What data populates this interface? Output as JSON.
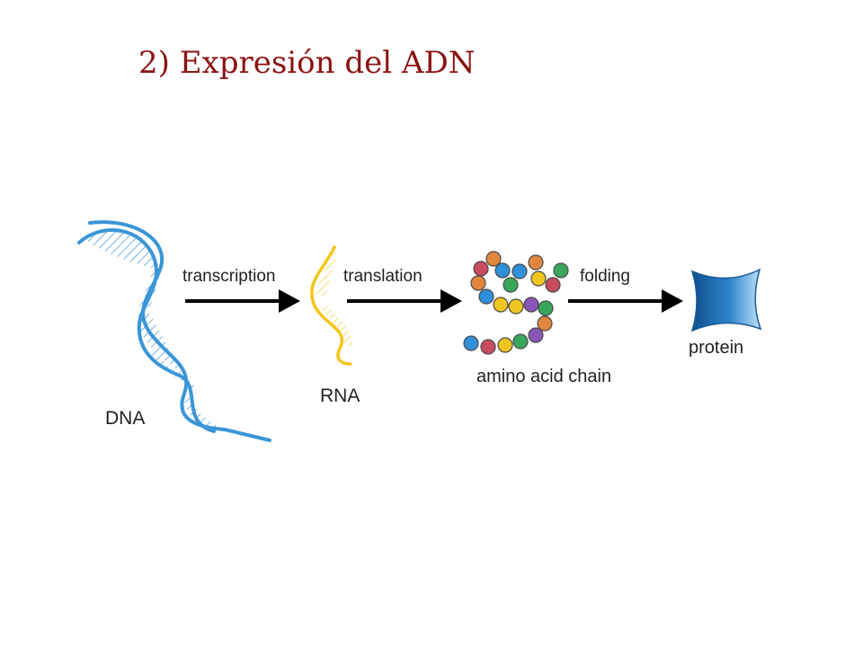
{
  "slide": {
    "title": "2) Expresión del ADN"
  },
  "diagram": {
    "nodes": {
      "dna": "DNA",
      "rna": "RNA",
      "amino_acid_chain": "amino acid chain",
      "protein": "protein"
    },
    "steps": {
      "transcription": "transcription",
      "translation": "translation",
      "folding": "folding"
    }
  },
  "colors": {
    "title": "#8b1212",
    "dna": "#3b96d6",
    "rna": "#f5c518",
    "arrow": "#000000",
    "protein": "#1f78c0",
    "beads": [
      "#2f8fd8",
      "#c94b5f",
      "#3aa65a",
      "#f0c520",
      "#e0873d",
      "#8a56b8"
    ]
  }
}
